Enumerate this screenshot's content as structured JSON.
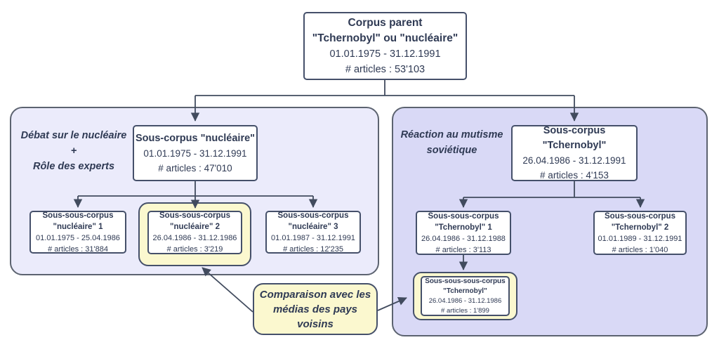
{
  "colors": {
    "panel_left_bg": "#ebebfb",
    "panel_right_bg": "#d9d9f6",
    "panel_border": "#5c6370",
    "highlight_bg": "#fbf8cf",
    "node_bg": "#ffffff",
    "node_border": "#45506a",
    "text": "#2f3a54",
    "connector": "#414b5e"
  },
  "root_box": {
    "title_line1": "Corpus parent",
    "title_line2": "\"Tchernobyl\" ou \"nucléaire\"",
    "dates": "01.01.1975 - 31.12.1991",
    "articles": "# articles : 53'103"
  },
  "left_panel": {
    "label": {
      "line1": "Débat sur le nucléaire",
      "line2": "+",
      "line3": "Rôle des experts"
    },
    "sous_corpus": {
      "title_line1": "Sous-corpus \"nucléaire\"",
      "dates": "01.01.1975 - 31.12.1991",
      "articles": "# articles : 47'010"
    },
    "children": [
      {
        "title_line1": "Sous-sous-corpus",
        "title_line2": "\"nucléaire\" 1",
        "dates": "01.01.1975 - 25.04.1986",
        "articles": "# articles : 31'884",
        "highlighted": false
      },
      {
        "title_line1": "Sous-sous-corpus",
        "title_line2": "\"nucléaire\" 2",
        "dates": "26.04.1986 - 31.12.1986",
        "articles": "# articles : 3'219",
        "highlighted": true
      },
      {
        "title_line1": "Sous-sous-corpus",
        "title_line2": "\"nucléaire\" 3",
        "dates": "01.01.1987 - 31.12.1991",
        "articles": "# articles : 12'235",
        "highlighted": false
      }
    ]
  },
  "right_panel": {
    "label": {
      "line1": "Réaction au mutisme",
      "line2": "soviétique"
    },
    "sous_corpus": {
      "title_line1": "Sous-corpus",
      "title_line2": "\"Tchernobyl\"",
      "dates": "26.04.1986 - 31.12.1991",
      "articles": "# articles : 4'153"
    },
    "children": [
      {
        "title_line1": "Sous-sous-corpus",
        "title_line2": "\"Tchernobyl\" 1",
        "dates": "26.04.1986 - 31.12.1988",
        "articles": "# articles : 3'113",
        "highlighted": false
      },
      {
        "title_line1": "Sous-sous-corpus",
        "title_line2": "\"Tchernobyl\"  2",
        "dates": "01.01.1989 - 31.12.1991",
        "articles": "# articles : 1'040",
        "highlighted": false
      }
    ],
    "grandchild": {
      "title_line1": "Sous-sous-sous-corpus",
      "title_line2": "\"Tchernobyl\"",
      "dates": "26.04.1986 - 31.12.1986",
      "articles": "# articles : 1'899",
      "highlighted": true
    }
  },
  "comparison_box": {
    "line1": "Comparaison avec les",
    "line2": "médias des pays voisins"
  }
}
